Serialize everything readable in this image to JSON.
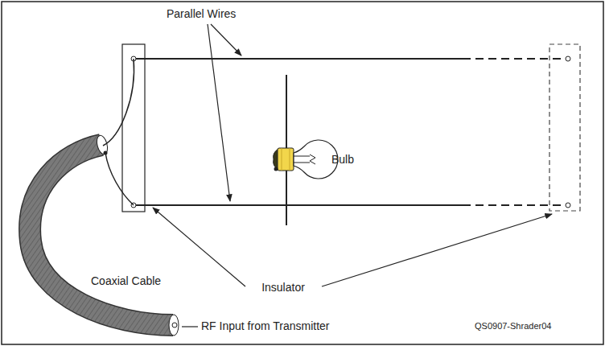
{
  "diagram": {
    "labels": [
      "Parallel Wires",
      "Bulb",
      "Coaxial Cable",
      "Insulator",
      "RF Input from Transmitter",
      "QS0907-Shrader04"
    ]
  }
}
